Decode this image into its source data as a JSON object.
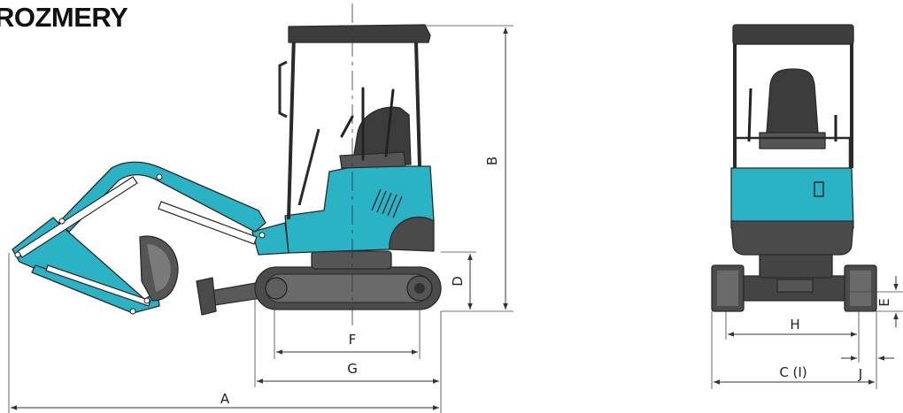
{
  "title": "ROZMERY",
  "colors": {
    "teal": "#2ab3c4",
    "dark": "#3a3a3a",
    "track": "#4a4a4a",
    "line": "#333333"
  },
  "labels": {
    "a": "A",
    "b": "B",
    "c": "C (I)",
    "d": "D",
    "e": "E",
    "f": "F",
    "g": "G",
    "h": "H",
    "j": "J"
  }
}
